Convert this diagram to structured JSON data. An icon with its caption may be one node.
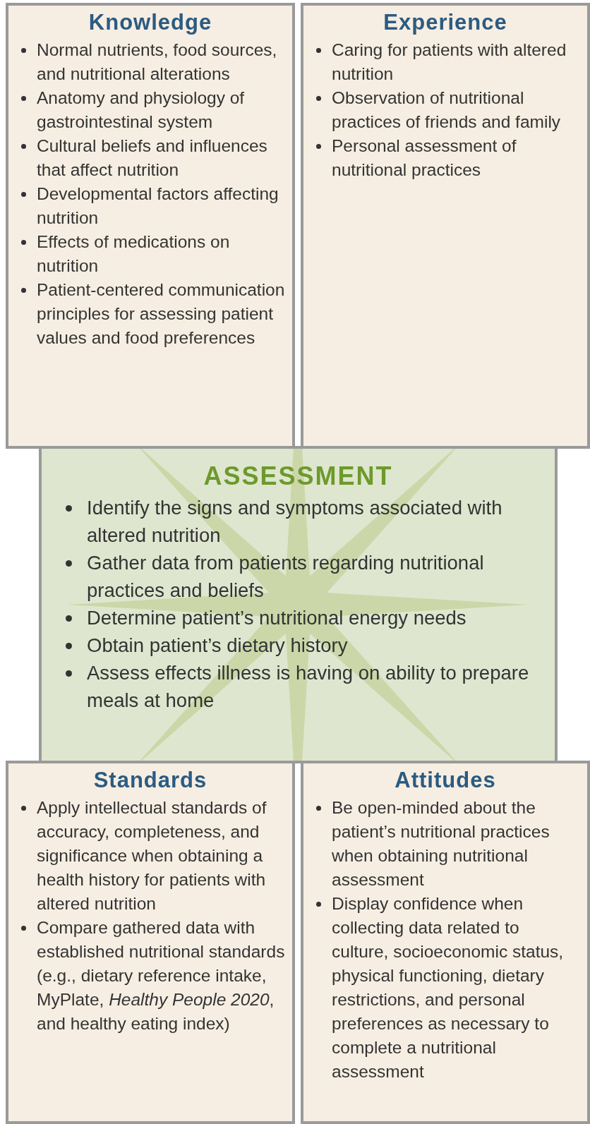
{
  "diagram": {
    "nodes": [
      {
        "text": [
          "Knowledge",
          "Normal nutrients, food sources, and nutritional alterations",
          "Anatomy and physiology of gastrointestinal system",
          "Cultural beliefs and influences that affect nutrition",
          "Developmental factors affecting nutrition",
          "Effects of medications on nutrition",
          "Patient-centered communication principles for assessing patient values and food preferences"
        ]
      },
      {
        "text": [
          "Experience",
          "Caring for patients with altered nutrition",
          "Observation of nutritional practices of friends and family",
          "Personal assessment of nutritional practices"
        ]
      },
      {
        "text": [
          "ASSESSMENT",
          "Identify the signs and symptoms associated with altered nutrition",
          "Gather data from patients regarding nutritional practices and beliefs",
          "Determine patient’s nutritional energy needs",
          "Obtain patient’s dietary history",
          "Assess effects illness is having on ability to prepare meals at home"
        ]
      },
      {
        "text": [
          "Standards",
          "Apply intellectual standards of accuracy, completeness, and significance when obtaining a health history for patients with altered nutrition",
          "Compare gathered data with established nutritional standards (e.g., dietary reference intake, MyPlate, *Healthy People 2020*, and healthy eating index)"
        ]
      },
      {
        "text": [
          "Attitudes",
          "Be open-minded about the patient’s nutritional practices when obtaining nutritional assessment",
          "Display confidence when collecting data related to culture, socioeconomic status, physical functioning, dietary restrictions, and personal preferences as necessary to complete a nutritional assessment"
        ]
      }
    ]
  }
}
